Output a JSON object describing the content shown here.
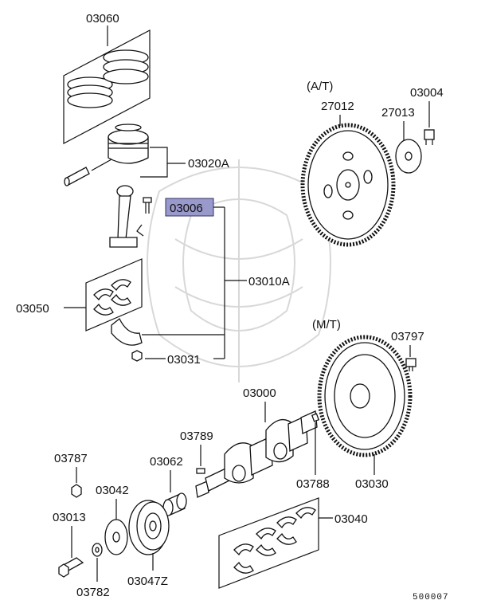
{
  "diagram_id": "500007",
  "groups": {
    "at": "(A/T)",
    "mt": "(M/T)"
  },
  "highlight_color": "#9999cc",
  "highlighted_part": "03006",
  "labels": {
    "p03060": "03060",
    "p03020A": "03020A",
    "p03006": "03006",
    "p03010A": "03010A",
    "p03050": "03050",
    "p03031": "03031",
    "p27012": "27012",
    "p27013": "27013",
    "p03004": "03004",
    "p03797": "03797",
    "p03000": "03000",
    "p03030": "03030",
    "p03789": "03789",
    "p03788": "03788",
    "p03787": "03787",
    "p03062": "03062",
    "p03042": "03042",
    "p03013": "03013",
    "p03040": "03040",
    "p03782": "03782",
    "p03047Z": "03047Z"
  }
}
